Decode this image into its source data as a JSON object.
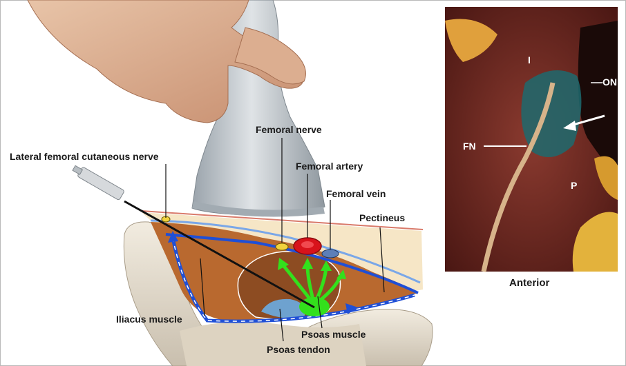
{
  "illustration": {
    "labels": {
      "lateral_femoral_cutaneous_nerve": "Lateral femoral cutaneous nerve",
      "femoral_nerve": "Femoral nerve",
      "femoral_artery": "Femoral artery",
      "femoral_vein": "Femoral vein",
      "pectineus": "Pectineus",
      "iliacus_muscle": "Iliacus muscle",
      "psoas_muscle": "Psoas muscle",
      "psoas_tendon": "Psoas tendon"
    }
  },
  "photo": {
    "labels": {
      "i": "I",
      "on": "ON",
      "fn": "FN",
      "p": "P"
    },
    "caption": "Anterior"
  },
  "colors": {
    "muscle": "#b9692f",
    "bone": "#e7dfcf",
    "fascia": "#1f4fd6",
    "artery": "#d8131b",
    "injectate": "#33e01c",
    "probe": "#c9ced3"
  }
}
